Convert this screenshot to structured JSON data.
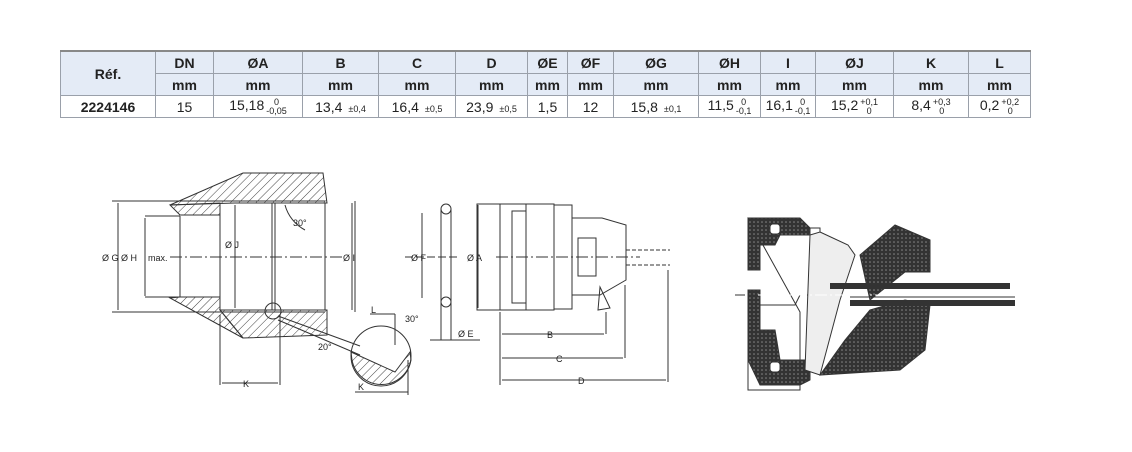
{
  "table": {
    "headers": [
      "Réf.",
      "DN",
      "ØA",
      "B",
      "C",
      "D",
      "ØE",
      "ØF",
      "ØG",
      "ØH",
      "I",
      "ØJ",
      "K",
      "L"
    ],
    "units": [
      "mm",
      "mm",
      "mm",
      "mm",
      "mm",
      "mm",
      "mm",
      "mm",
      "mm",
      "mm",
      "mm",
      "mm",
      "mm"
    ],
    "row": {
      "ref": "2224146",
      "dn": "15",
      "a": {
        "value": "15,18",
        "upper": "0",
        "lower": "-0,05"
      },
      "b": {
        "value": "13,4",
        "tol": "±0,4"
      },
      "c": {
        "value": "16,4",
        "tol": "±0,5"
      },
      "d": {
        "value": "23,9",
        "tol": "±0,5"
      },
      "e": "1,5",
      "f": "12",
      "g": {
        "value": "15,8",
        "tol": "±0,1"
      },
      "h": {
        "value": "11,5",
        "upper": "0",
        "lower": "-0,1"
      },
      "i": {
        "value": "16,1",
        "upper": "0",
        "lower": "-0,1"
      },
      "j": {
        "value": "15,2",
        "upper": "+0,1",
        "lower": "0"
      },
      "k": {
        "value": "8,4",
        "upper": "+0,3",
        "lower": "0"
      },
      "l": {
        "value": "0,2",
        "upper": "+0,2",
        "lower": "0"
      }
    }
  },
  "drawing": {
    "labels": {
      "gh": "Ø G  Ø H",
      "max": "max.",
      "j": "Ø J",
      "i": "Ø I",
      "angle30a": "30°",
      "k": "K",
      "k2": "K",
      "l": "L",
      "angle30b": "30°",
      "angle20": "20°",
      "f": "Ø F",
      "a": "Ø A",
      "e": "Ø E",
      "b": "B",
      "c": "C",
      "d": "D"
    }
  }
}
